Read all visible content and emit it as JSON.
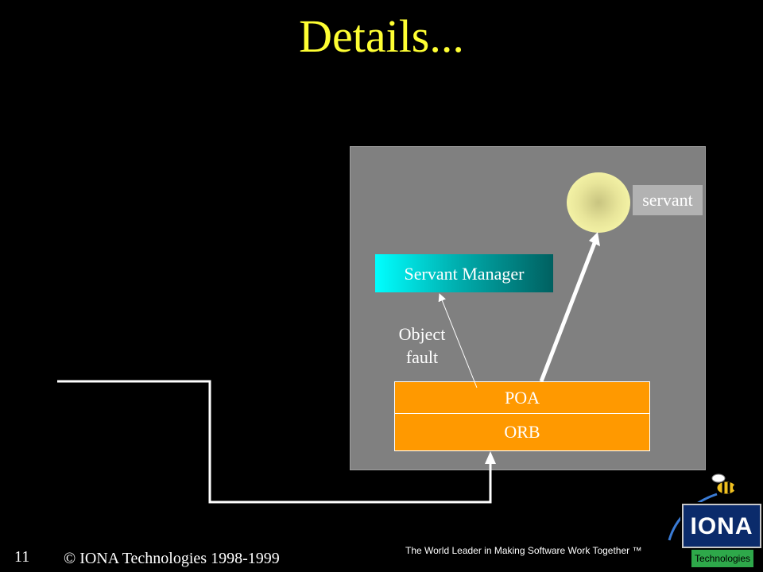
{
  "slide": {
    "title": "Details...",
    "number": "11",
    "copyright": "© IONA Technologies 1998-1999",
    "tagline": "The World Leader in Making Software Work Together ™"
  },
  "diagram": {
    "servant_label": "servant",
    "servant_manager_label": "Servant Manager",
    "object_fault_label": "Object\nfault",
    "poa_label": "POA",
    "orb_label": "ORB"
  },
  "logo": {
    "name": "IONA",
    "subtitle": "Technologies"
  },
  "colors": {
    "title": "#ffff33",
    "server_box": "#808080",
    "poa_orb": "#ff9900",
    "servant_manager": "#00c0c0",
    "background": "#000000"
  }
}
